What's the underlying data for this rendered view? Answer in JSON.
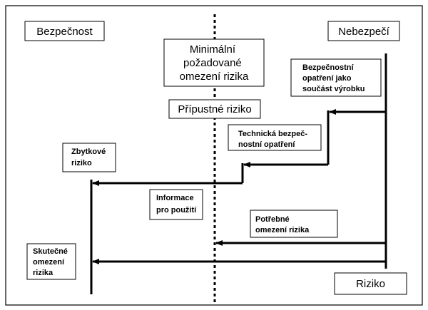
{
  "diagram": {
    "safety": "Bezpečnost",
    "danger": "Nebezpečí",
    "risk": "Riziko",
    "min_required_reduction": [
      "Minimální",
      "požadované",
      "omezení rizika"
    ],
    "acceptable_risk": "Přípustné riziko",
    "safety_measures_in_product": [
      "Bezpečnostní",
      "opatření jako",
      "součást výrobku"
    ],
    "technical_safety_measures": [
      "Technická bezpeč-",
      "nostní opatření"
    ],
    "residual_risk": [
      "Zbytkové",
      "riziko"
    ],
    "info_for_use": [
      "Informace",
      "pro použití"
    ],
    "required_reduction": [
      "Potřebné",
      "omezení rizika"
    ],
    "actual_reduction": [
      "Skutečné",
      "omezení",
      "rizika"
    ]
  }
}
